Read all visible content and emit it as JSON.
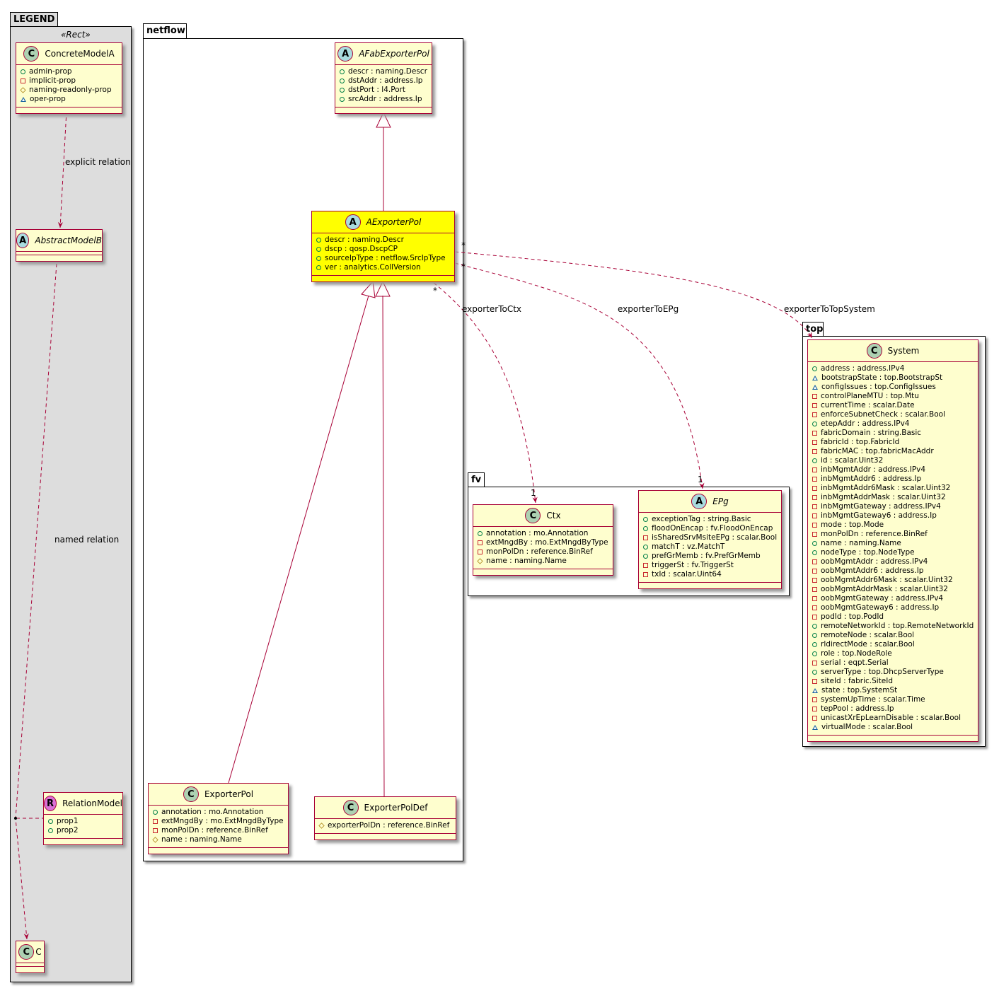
{
  "packages": {
    "legend": {
      "name": "LEGEND",
      "stereotype": "«Rect»"
    },
    "netflow": {
      "name": "netflow"
    },
    "fv": {
      "name": "fv"
    },
    "top": {
      "name": "top"
    }
  },
  "colors": {
    "class_fill": "#FEFECE",
    "highlight_fill": "#FFFF00",
    "border": "#A80036",
    "legend_bg": "#DDDDDD"
  },
  "classes": {
    "ConcreteModelA": {
      "name": "ConcreteModelA",
      "letter": "C",
      "badge": "#ADD1B2",
      "abstract": false,
      "attrs": [
        {
          "vis": "public",
          "text": "admin-prop"
        },
        {
          "vis": "private",
          "text": "implicit-prop"
        },
        {
          "vis": "protected",
          "text": "naming-readonly-prop"
        },
        {
          "vis": "package",
          "text": "oper-prop"
        }
      ]
    },
    "AbstractModelB": {
      "name": "AbstractModelB",
      "letter": "A",
      "badge": "#A9DCDF",
      "abstract": true,
      "attrs": []
    },
    "RelationModel": {
      "name": "RelationModel",
      "letter": "R",
      "badge": "#DA70D6",
      "abstract": false,
      "attrs": [
        {
          "vis": "public",
          "text": "prop1"
        },
        {
          "vis": "public",
          "text": "prop2"
        }
      ]
    },
    "C": {
      "name": "C",
      "letter": "C",
      "badge": "#ADD1B2",
      "abstract": false,
      "attrs": []
    },
    "AFabExporterPol": {
      "name": "AFabExporterPol",
      "letter": "A",
      "badge": "#A9DCDF",
      "abstract": true,
      "attrs": [
        {
          "vis": "public",
          "text": "descr : naming.Descr"
        },
        {
          "vis": "public",
          "text": "dstAddr : address.Ip"
        },
        {
          "vis": "public",
          "text": "dstPort : l4.Port"
        },
        {
          "vis": "public",
          "text": "srcAddr : address.Ip"
        }
      ]
    },
    "AExporterPol": {
      "name": "AExporterPol",
      "letter": "A",
      "badge": "#A9DCDF",
      "abstract": true,
      "highlight": true,
      "attrs": [
        {
          "vis": "public",
          "text": "descr : naming.Descr"
        },
        {
          "vis": "public",
          "text": "dscp : qosp.DscpCP"
        },
        {
          "vis": "public",
          "text": "sourceIpType : netflow.SrcIpType"
        },
        {
          "vis": "public",
          "text": "ver : analytics.CollVersion"
        }
      ]
    },
    "ExporterPol": {
      "name": "ExporterPol",
      "letter": "C",
      "badge": "#ADD1B2",
      "abstract": false,
      "attrs": [
        {
          "vis": "public",
          "text": "annotation : mo.Annotation"
        },
        {
          "vis": "private",
          "text": "extMngdBy : mo.ExtMngdByType"
        },
        {
          "vis": "private",
          "text": "monPolDn : reference.BinRef"
        },
        {
          "vis": "protected",
          "text": "name : naming.Name"
        }
      ]
    },
    "ExporterPolDef": {
      "name": "ExporterPolDef",
      "letter": "C",
      "badge": "#ADD1B2",
      "abstract": false,
      "attrs": [
        {
          "vis": "protected",
          "text": "exporterPolDn : reference.BinRef"
        }
      ]
    },
    "Ctx": {
      "name": "Ctx",
      "letter": "C",
      "badge": "#ADD1B2",
      "abstract": false,
      "attrs": [
        {
          "vis": "public",
          "text": "annotation : mo.Annotation"
        },
        {
          "vis": "private",
          "text": "extMngdBy : mo.ExtMngdByType"
        },
        {
          "vis": "private",
          "text": "monPolDn : reference.BinRef"
        },
        {
          "vis": "protected",
          "text": "name : naming.Name"
        }
      ]
    },
    "EPg": {
      "name": "EPg",
      "letter": "A",
      "badge": "#A9DCDF",
      "abstract": true,
      "attrs": [
        {
          "vis": "public",
          "text": "exceptionTag : string.Basic"
        },
        {
          "vis": "public",
          "text": "floodOnEncap : fv.FloodOnEncap"
        },
        {
          "vis": "private",
          "text": "isSharedSrvMsiteEPg : scalar.Bool"
        },
        {
          "vis": "public",
          "text": "matchT : vz.MatchT"
        },
        {
          "vis": "public",
          "text": "prefGrMemb : fv.PrefGrMemb"
        },
        {
          "vis": "private",
          "text": "triggerSt : fv.TriggerSt"
        },
        {
          "vis": "private",
          "text": "txId : scalar.Uint64"
        }
      ]
    },
    "System": {
      "name": "System",
      "letter": "C",
      "badge": "#ADD1B2",
      "abstract": false,
      "attrs": [
        {
          "vis": "public",
          "text": "address : address.IPv4"
        },
        {
          "vis": "package",
          "text": "bootstrapState : top.BootstrapSt"
        },
        {
          "vis": "package",
          "text": "configIssues : top.ConfigIssues"
        },
        {
          "vis": "private",
          "text": "controlPlaneMTU : top.Mtu"
        },
        {
          "vis": "private",
          "text": "currentTime : scalar.Date"
        },
        {
          "vis": "private",
          "text": "enforceSubnetCheck : scalar.Bool"
        },
        {
          "vis": "public",
          "text": "etepAddr : address.IPv4"
        },
        {
          "vis": "private",
          "text": "fabricDomain : string.Basic"
        },
        {
          "vis": "private",
          "text": "fabricId : top.FabricId"
        },
        {
          "vis": "private",
          "text": "fabricMAC : top.fabricMacAddr"
        },
        {
          "vis": "public",
          "text": "id : scalar.Uint32"
        },
        {
          "vis": "private",
          "text": "inbMgmtAddr : address.IPv4"
        },
        {
          "vis": "private",
          "text": "inbMgmtAddr6 : address.Ip"
        },
        {
          "vis": "private",
          "text": "inbMgmtAddr6Mask : scalar.Uint32"
        },
        {
          "vis": "private",
          "text": "inbMgmtAddrMask : scalar.Uint32"
        },
        {
          "vis": "private",
          "text": "inbMgmtGateway : address.IPv4"
        },
        {
          "vis": "private",
          "text": "inbMgmtGateway6 : address.Ip"
        },
        {
          "vis": "private",
          "text": "mode : top.Mode"
        },
        {
          "vis": "private",
          "text": "monPolDn : reference.BinRef"
        },
        {
          "vis": "public",
          "text": "name : naming.Name"
        },
        {
          "vis": "public",
          "text": "nodeType : top.NodeType"
        },
        {
          "vis": "private",
          "text": "oobMgmtAddr : address.IPv4"
        },
        {
          "vis": "private",
          "text": "oobMgmtAddr6 : address.Ip"
        },
        {
          "vis": "private",
          "text": "oobMgmtAddr6Mask : scalar.Uint32"
        },
        {
          "vis": "private",
          "text": "oobMgmtAddrMask : scalar.Uint32"
        },
        {
          "vis": "private",
          "text": "oobMgmtGateway : address.IPv4"
        },
        {
          "vis": "private",
          "text": "oobMgmtGateway6 : address.Ip"
        },
        {
          "vis": "private",
          "text": "podId : top.PodId"
        },
        {
          "vis": "public",
          "text": "remoteNetworkId : top.RemoteNetworkId"
        },
        {
          "vis": "public",
          "text": "remoteNode : scalar.Bool"
        },
        {
          "vis": "public",
          "text": "rldirectMode : scalar.Bool"
        },
        {
          "vis": "public",
          "text": "role : top.NodeRole"
        },
        {
          "vis": "private",
          "text": "serial : eqpt.Serial"
        },
        {
          "vis": "public",
          "text": "serverType : top.DhcpServerType"
        },
        {
          "vis": "private",
          "text": "siteId : fabric.SiteId"
        },
        {
          "vis": "package",
          "text": "state : top.SystemSt"
        },
        {
          "vis": "private",
          "text": "systemUpTime : scalar.Time"
        },
        {
          "vis": "private",
          "text": "tepPool : address.Ip"
        },
        {
          "vis": "private",
          "text": "unicastXrEpLearnDisable : scalar.Bool"
        },
        {
          "vis": "package",
          "text": "virtualMode : scalar.Bool"
        }
      ]
    }
  },
  "relations": {
    "explicit": "explicit relation",
    "named": "named relation",
    "toCtx": {
      "label": "exporterToCtx",
      "from_mult": "*",
      "to_mult": "1"
    },
    "toEPg": {
      "label": "exporterToEPg",
      "from_mult": "*",
      "to_mult": "1"
    },
    "toTop": {
      "label": "exporterToTopSystem",
      "from_mult": "*"
    }
  }
}
